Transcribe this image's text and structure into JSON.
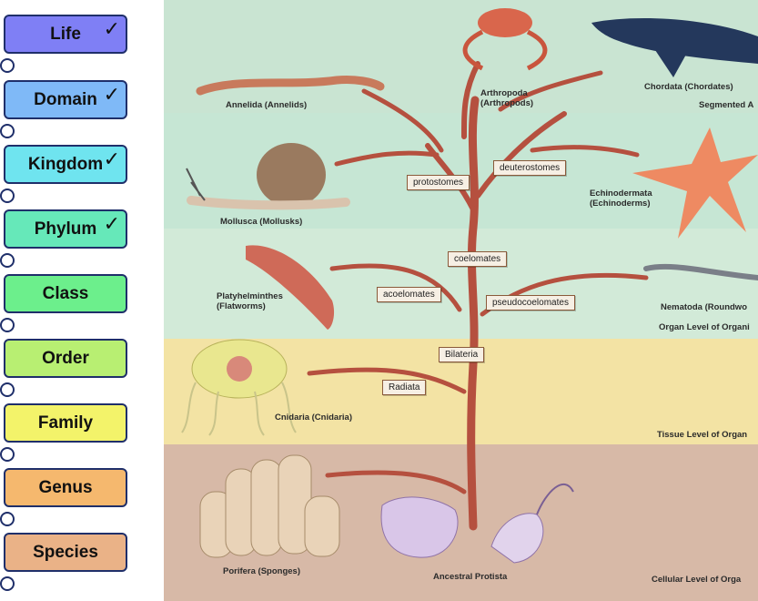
{
  "taxonomy": [
    {
      "label": "Life",
      "check": "✓",
      "color": "#7f7ff5"
    },
    {
      "label": "Domain",
      "check": "✓",
      "color": "#7fb9f7"
    },
    {
      "label": "Kingdom",
      "check": "✓",
      "color": "#6fe4ef"
    },
    {
      "label": "Phylum",
      "check": "✓",
      "color": "#66e8b9"
    },
    {
      "label": "Class",
      "check": "",
      "color": "#6cef8c"
    },
    {
      "label": "Order",
      "check": "",
      "color": "#b8ef72"
    },
    {
      "label": "Family",
      "check": "",
      "color": "#f3f36a"
    },
    {
      "label": "Genus",
      "check": "",
      "color": "#f5b86e"
    },
    {
      "label": "Species",
      "check": "",
      "color": "#eab287"
    }
  ],
  "tree": {
    "nodes": {
      "protostomes": "protostomes",
      "deuterostomes": "deuterostomes",
      "coelomates": "coelomates",
      "acoelomates": "acoelomates",
      "pseudocoelomates": "pseudocoelomates",
      "bilateria": "Bilateria",
      "radiata": "Radiata"
    },
    "organisms": {
      "annelida": "Annelida (Annelids)",
      "arthropoda": "Arthropoda\n(Arthropods)",
      "chordata": "Chordata (Chordates)",
      "mollusca": "Mollusca (Mollusks)",
      "echinodermata": "Echinodermata\n(Echinoderms)",
      "platyhelminthes": "Platyhelminthes\n(Flatworms)",
      "nematoda": "Nematoda (Roundwo",
      "cnidaria": "Cnidaria (Cnidaria)",
      "porifera": "Porifera (Sponges)",
      "protista": "Ancestral Protista"
    },
    "levels": {
      "segmented": "Segmented A",
      "organ": "Organ Level of Organi",
      "tissue": "Tissue Level of Organ",
      "cellular": "Cellular Level of Orga"
    },
    "colors": {
      "band_top": "#c9e4d2",
      "band_mid": "#c6e6d4",
      "band_organ": "#d2ead8",
      "band_tissue": "#f3e3a4",
      "band_cellular": "#d7b9a7",
      "branch": "#b5503f"
    }
  }
}
